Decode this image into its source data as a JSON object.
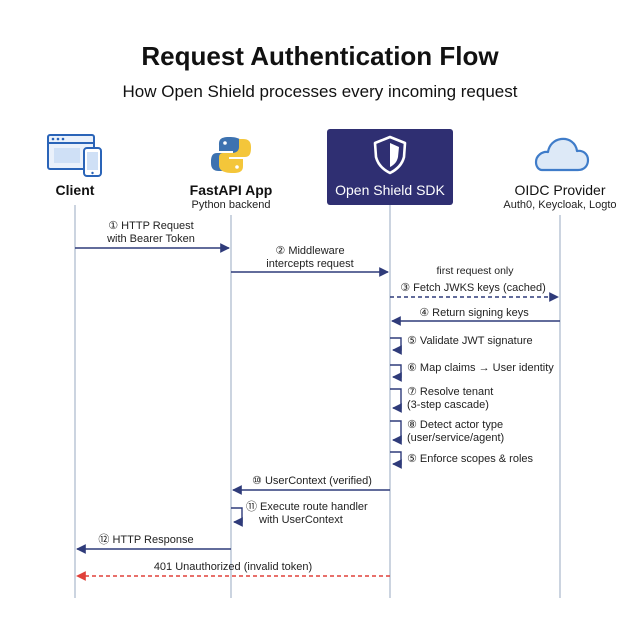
{
  "title": "Request Authentication Flow",
  "subtitle": "How Open Shield processes every incoming request",
  "colors": {
    "accent": "#2f2f72",
    "line": "#2f3b7a",
    "lifeline": "#a9b8cc",
    "error": "#e0413a",
    "text": "#111111"
  },
  "actors": [
    {
      "id": "client",
      "name": "Client",
      "sub": "",
      "icon": "devices-icon"
    },
    {
      "id": "fastapi",
      "name": "FastAPI App",
      "sub": "Python backend",
      "icon": "python-icon"
    },
    {
      "id": "sdk",
      "name": "Open Shield SDK",
      "sub": "",
      "icon": "shield-icon"
    },
    {
      "id": "oidc",
      "name": "OIDC Provider",
      "sub": "Auth0, Keycloak, Logto",
      "icon": "cloud-icon"
    }
  ],
  "messages": [
    {
      "label": [
        "① HTTP Request",
        "with Bearer Token"
      ]
    },
    {
      "label": [
        "② Middleware",
        "intercepts request"
      ]
    },
    {
      "label": [
        "③ Fetch JWKS keys (cached)"
      ],
      "note": "first request only"
    },
    {
      "label": [
        "④ Return signing keys"
      ]
    },
    {
      "label": [
        "⑤ Validate JWT signature"
      ]
    },
    {
      "label": [
        "⑥ Map claims → User identity"
      ]
    },
    {
      "label": [
        "⑦ Resolve tenant",
        "(3-step cascade)"
      ]
    },
    {
      "label": [
        "⑧ Detect actor type",
        "(user/service/agent)"
      ]
    },
    {
      "label": [
        "⑤ Enforce scopes & roles"
      ]
    },
    {
      "label": [
        "⑩ UserContext (verified)"
      ]
    },
    {
      "label": [
        "⑪ Execute route handler",
        "with UserContext"
      ]
    },
    {
      "label": [
        "⑫ HTTP Response"
      ]
    },
    {
      "label": [
        "401 Unauthorized (invalid token)"
      ]
    }
  ]
}
